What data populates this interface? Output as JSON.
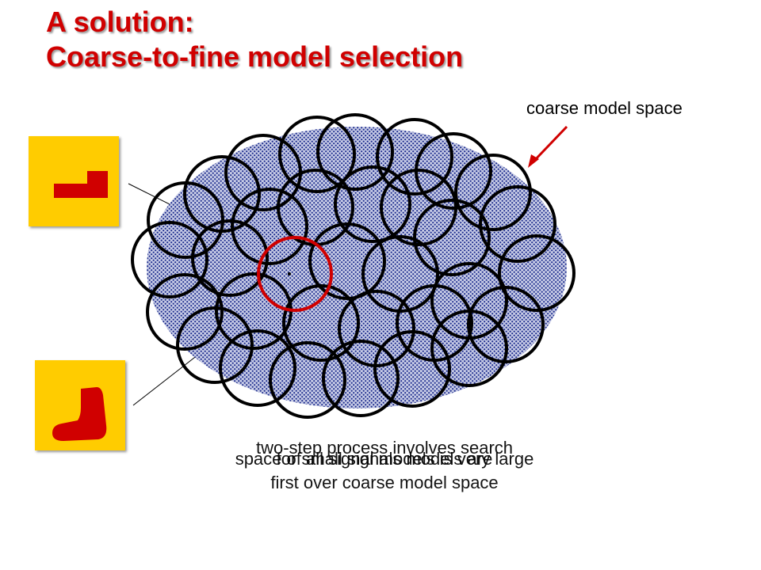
{
  "slide": {
    "title_line1": "A solution:",
    "title_line2": "Coarse-to-fine model selection",
    "label_coarse": "coarse model space",
    "caption_a_pre": "space of all signal models is ",
    "caption_a_highlight": "",
    "caption_a_post": "very large",
    "caption_b_line1": "two-step process involves search",
    "caption_b_line2": "first over coarse model space",
    "caption_c": "for small signals models are"
  },
  "colors": {
    "accent": "#d00000",
    "ellipse_fill": "#1a2a8c",
    "thumbnail_bg": "#ffcc00",
    "shape": "#d00000"
  },
  "icons": {
    "thumb_top": "l-shape-thumbnail",
    "thumb_bottom": "boot-shape-thumbnail"
  }
}
